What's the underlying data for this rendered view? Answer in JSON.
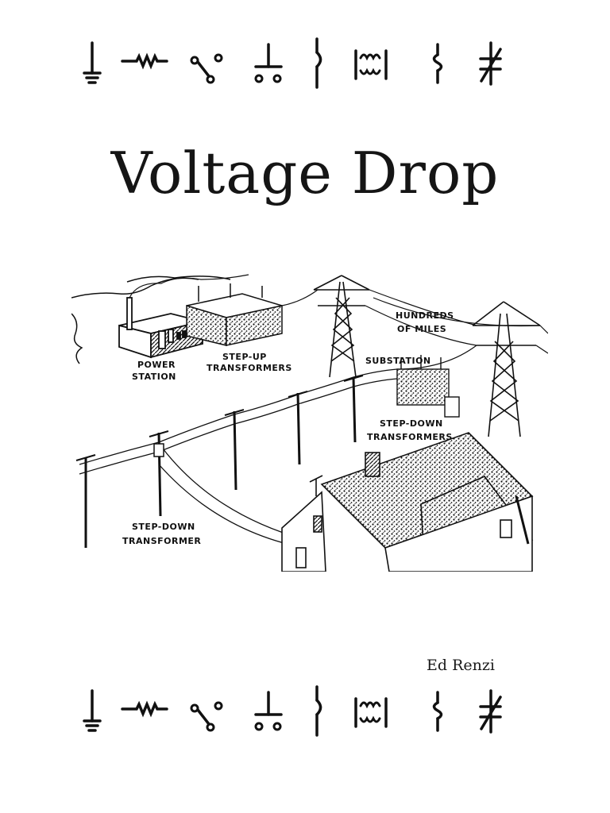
{
  "cover": {
    "title": "Voltage Drop",
    "author": "Ed Renzi"
  },
  "illustration": {
    "labels": {
      "power_station": [
        "POWER",
        "STATION"
      ],
      "step_up": [
        "STEP-UP",
        "TRANSFORMERS"
      ],
      "hundreds_miles": [
        "HUNDREDS",
        "OF MILES"
      ],
      "substation": "SUBSTATION",
      "step_down_substation": [
        "STEP-DOWN",
        "TRANSFORMERS"
      ],
      "step_down_pole": [
        "STEP-DOWN",
        "TRANSFORMER"
      ]
    }
  },
  "symbols": [
    "ground-symbol",
    "resistor-symbol",
    "switch-symbol",
    "pushbutton-symbol",
    "contact-symbol",
    "transformer-symbol",
    "fuse-symbol",
    "normally-closed-contact-symbol"
  ]
}
